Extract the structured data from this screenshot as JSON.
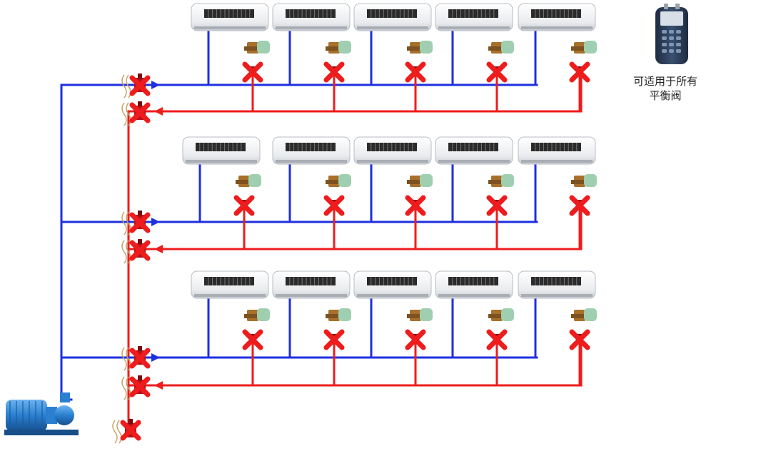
{
  "caption": {
    "line1": "可适用于所有",
    "line2": "平衡阀"
  },
  "colors": {
    "supply": "#1e2fe0",
    "return": "#ee1c1c",
    "x_mark": "#ee1c1c",
    "fan_body": "#eef0f3",
    "valve_brass": "#a8702a",
    "actuator": "#9fcfb0",
    "pump": "#2a7fd0",
    "meter": "#2c3e5a"
  },
  "diagram": {
    "floors": 3,
    "fan_coils_per_floor": 5,
    "valve_marks": "X"
  }
}
